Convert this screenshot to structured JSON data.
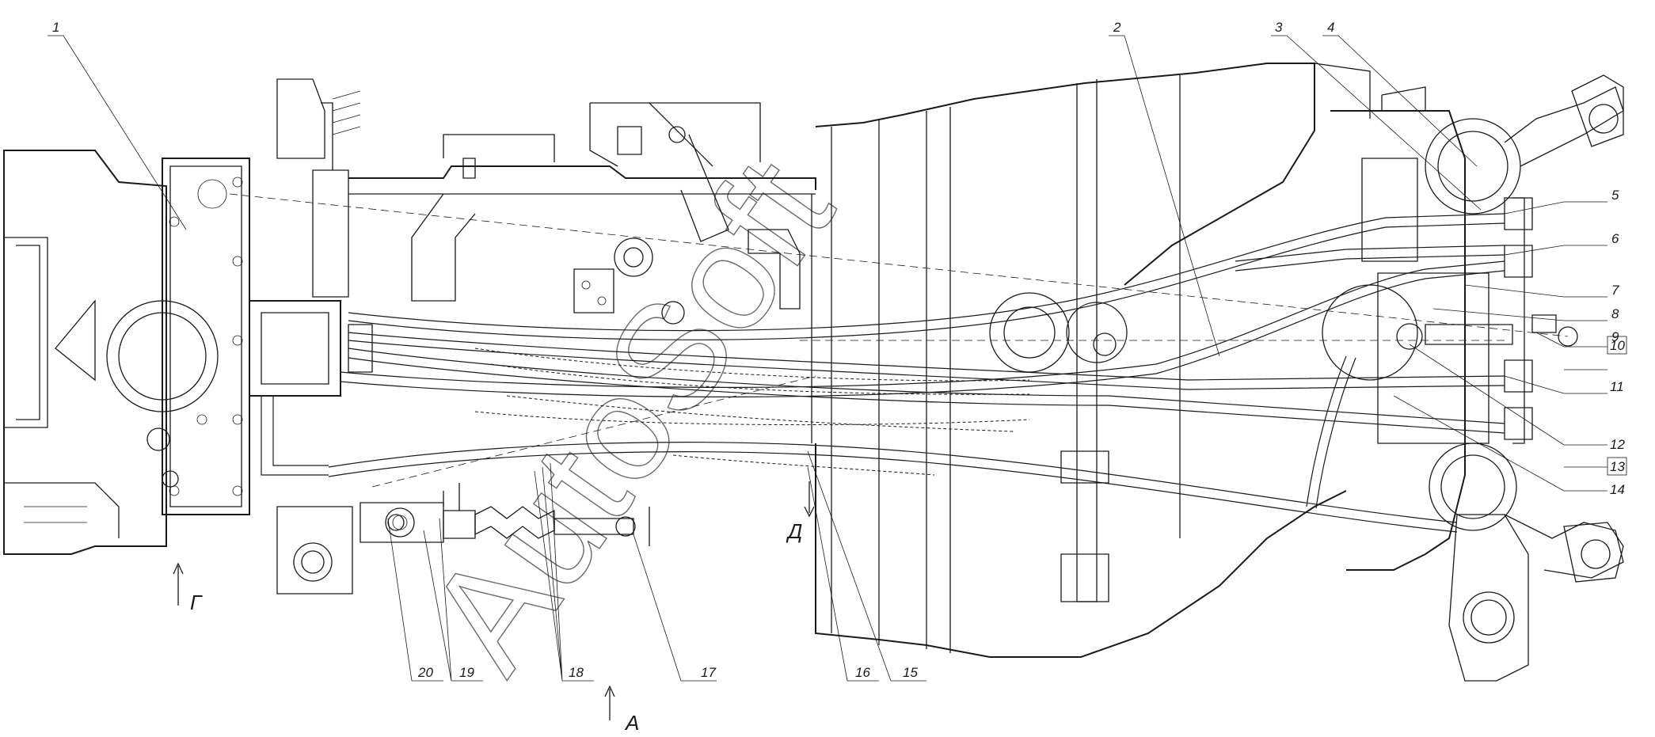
{
  "callouts": [
    "1",
    "2",
    "3",
    "4",
    "5",
    "6",
    "7",
    "8",
    "9",
    "10",
    "11",
    "12",
    "13",
    "14",
    "15",
    "16",
    "17",
    "18",
    "19",
    "20"
  ],
  "views": {
    "a": "А",
    "g": "Г",
    "d": "Д"
  },
  "watermark": "AutoSoft"
}
